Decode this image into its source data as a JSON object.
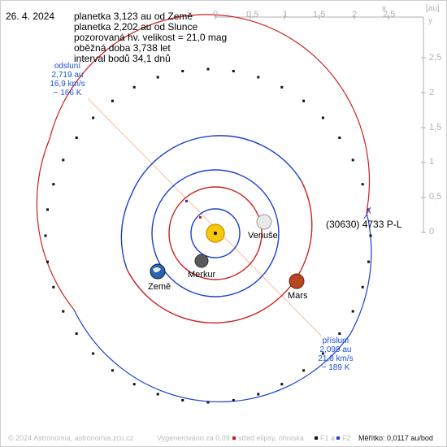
{
  "date": "26. 4. 2024",
  "info_lines": [
    "planetka 3,123 au od Země",
    "planetka 2,202 au od Slunce",
    "pozorovaná hv. velikost = 21,0 mag",
    "oběžná doba 3,738 let",
    "interval bodů 34,1 dnů"
  ],
  "aphelion": {
    "title": "odsluní",
    "distance": "2,719 au",
    "speed": "16,9 km/s",
    "temp": "~ 166 K"
  },
  "perihelion": {
    "title": "přísluní",
    "distance": "2,099 au",
    "speed": "21,8 km/s",
    "temp": "~ 189 K"
  },
  "asteroid_name": "(30630) 4733 P-L",
  "planets": {
    "earth": "Země",
    "mercury": "Merkur",
    "venus": "Venuše",
    "mars": "Mars"
  },
  "axes": {
    "x_label": "x",
    "unit_label": "[au]",
    "y_label": "y",
    "x_ticks": [
      "0",
      "0,5",
      "1",
      "1,5",
      "2",
      "2,5"
    ],
    "y_ticks": [
      "2,5",
      "2",
      "1,5",
      "1",
      "0,5",
      "0"
    ]
  },
  "footer": {
    "copyright": "© 2024 Astronomia, astronomia.zcu.cz",
    "generated": "Vygenerováno za 0,09 s",
    "ellipse_center": "střed elipsy, ohniska",
    "f1": "F1 a",
    "f2": "F2",
    "scale": "Měřítko: 0,0117 au/bod"
  },
  "colors": {
    "earth_orbit": "#1a3fd0",
    "mars_orbit": "#cc2020",
    "asteroid_orbit_near": "#1a3fd0",
    "asteroid_orbit_far": "#cc2020",
    "apsides_line": "#f2c0a0",
    "axes_grey": "#b0b0b0",
    "label_blue": "#1a4fd6"
  }
}
